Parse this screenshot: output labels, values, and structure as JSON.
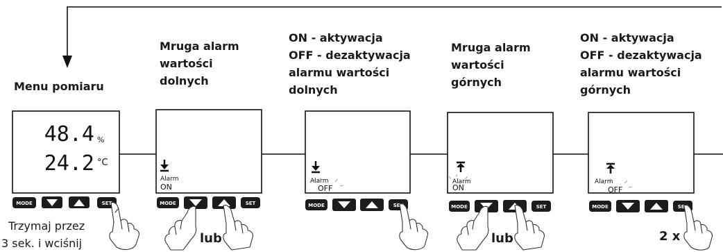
{
  "steps": [
    {
      "caption": [
        "Menu pomiaru"
      ],
      "display": {
        "value_top": "48.4",
        "unit_top": "%",
        "value_bottom": "24.2",
        "unit_bottom": "°C"
      }
    },
    {
      "caption": [
        "Mruga alarm",
        "wartości",
        "dolnych"
      ],
      "display": {
        "arrow": "down",
        "alarm_label": "Alarm",
        "alarm_state": "ON"
      }
    },
    {
      "caption": [
        "ON - aktywacja",
        "OFF - dezaktywacja",
        "alarmu wartości",
        "dolnych"
      ],
      "display": {
        "arrow": "down",
        "alarm_label": "Alarm",
        "alarm_state": "OFF"
      }
    },
    {
      "caption": [
        "Mruga alarm",
        "wartości",
        "górnych"
      ],
      "display": {
        "arrow": "up",
        "alarm_label": "Alarm",
        "alarm_state": "ON"
      }
    },
    {
      "caption": [
        "ON - aktywacja",
        "OFF - dezaktywacja",
        "alarmu wartości",
        "górnych"
      ],
      "display": {
        "arrow": "up",
        "alarm_label": "Alarm",
        "alarm_state": "OFF"
      }
    }
  ],
  "buttons": {
    "mode": "MODE",
    "set": "SET"
  },
  "notes": {
    "hold_line1": "Trzymaj przez",
    "hold_line2": "3 sek. i wciśnij",
    "or_1": "lub",
    "or_2": "lub",
    "times": "2 x"
  },
  "colors": {
    "line": "#111111",
    "button": "#1c1c1c",
    "text": "#1a1a1a"
  }
}
